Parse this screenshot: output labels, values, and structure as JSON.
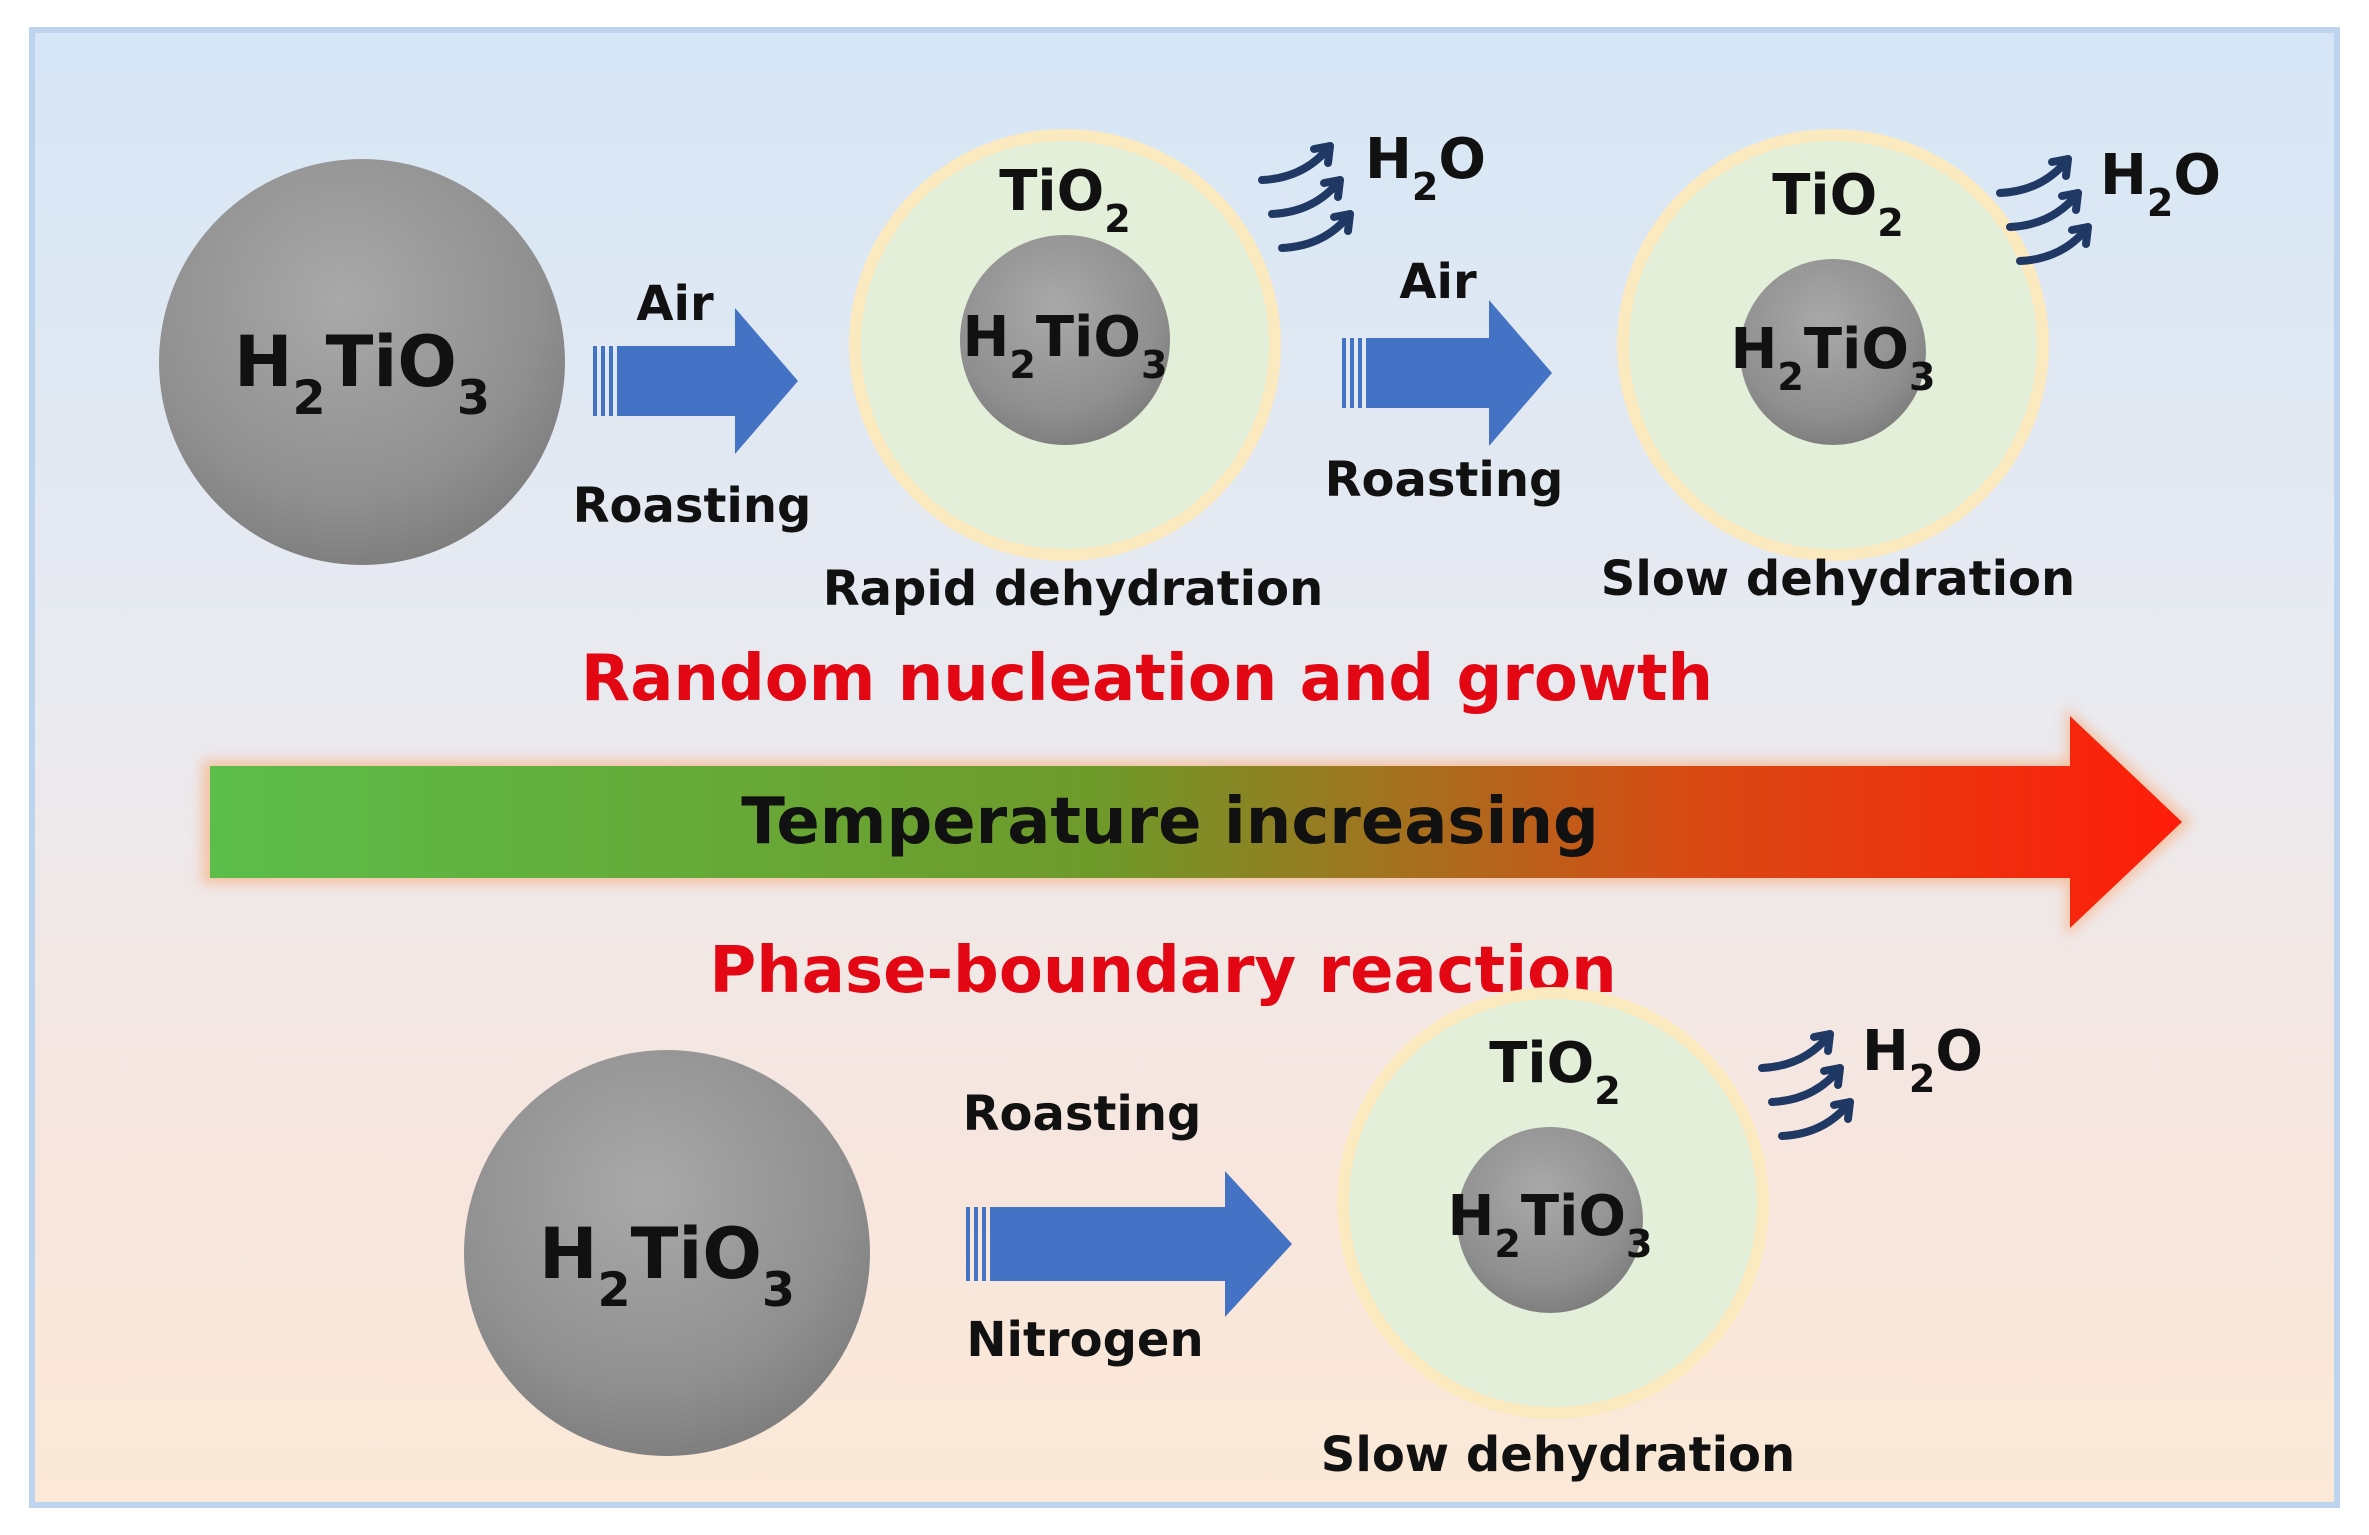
{
  "title": "",
  "chemistry": {
    "h2_prefix": "H",
    "sub_2": "2",
    "sub_3": "3",
    "ti": "Ti",
    "o": "O"
  },
  "top_row": {
    "particle_left": "H₂TiO₃",
    "arrow1": {
      "top_label": "Air",
      "bottom_label": "Roasting"
    },
    "stage1": {
      "shell": "TiO₂",
      "core": "H₂TiO₃",
      "water": "H₂O",
      "caption": "Rapid dehydration"
    },
    "arrow2": {
      "top_label": "Air",
      "bottom_label": "Roasting"
    },
    "stage2": {
      "shell": "TiO₂",
      "core": "H₂TiO₃",
      "water": "H₂O",
      "caption": "Slow dehydration"
    }
  },
  "middle": {
    "mechanism_top": "Random nucleation and growth",
    "temperature_arrow": "Temperature increasing",
    "mechanism_bottom": "Phase-boundary reaction"
  },
  "bottom_row": {
    "particle_left": "H₂TiO₃",
    "arrow": {
      "top_label": "Roasting",
      "bottom_label": "Nitrogen"
    },
    "stage": {
      "shell": "TiO₂",
      "core": "H₂TiO₃",
      "water": "H₂O",
      "caption": "Slow dehydration"
    }
  },
  "colors": {
    "background_top": "#d6e6f6",
    "background_bottom": "#fbe8dc",
    "border": "#bcd4ee",
    "particle_gray": "#8e8e8e",
    "shell_fill": "#e3efd9",
    "shell_ring": "#fbe9c0",
    "process_arrow": "#4472c4",
    "vapor_arrow": "#1f3864",
    "gradient_start": "#57b947",
    "gradient_end": "#ff1a0a",
    "mechanism_text": "#e30613"
  }
}
